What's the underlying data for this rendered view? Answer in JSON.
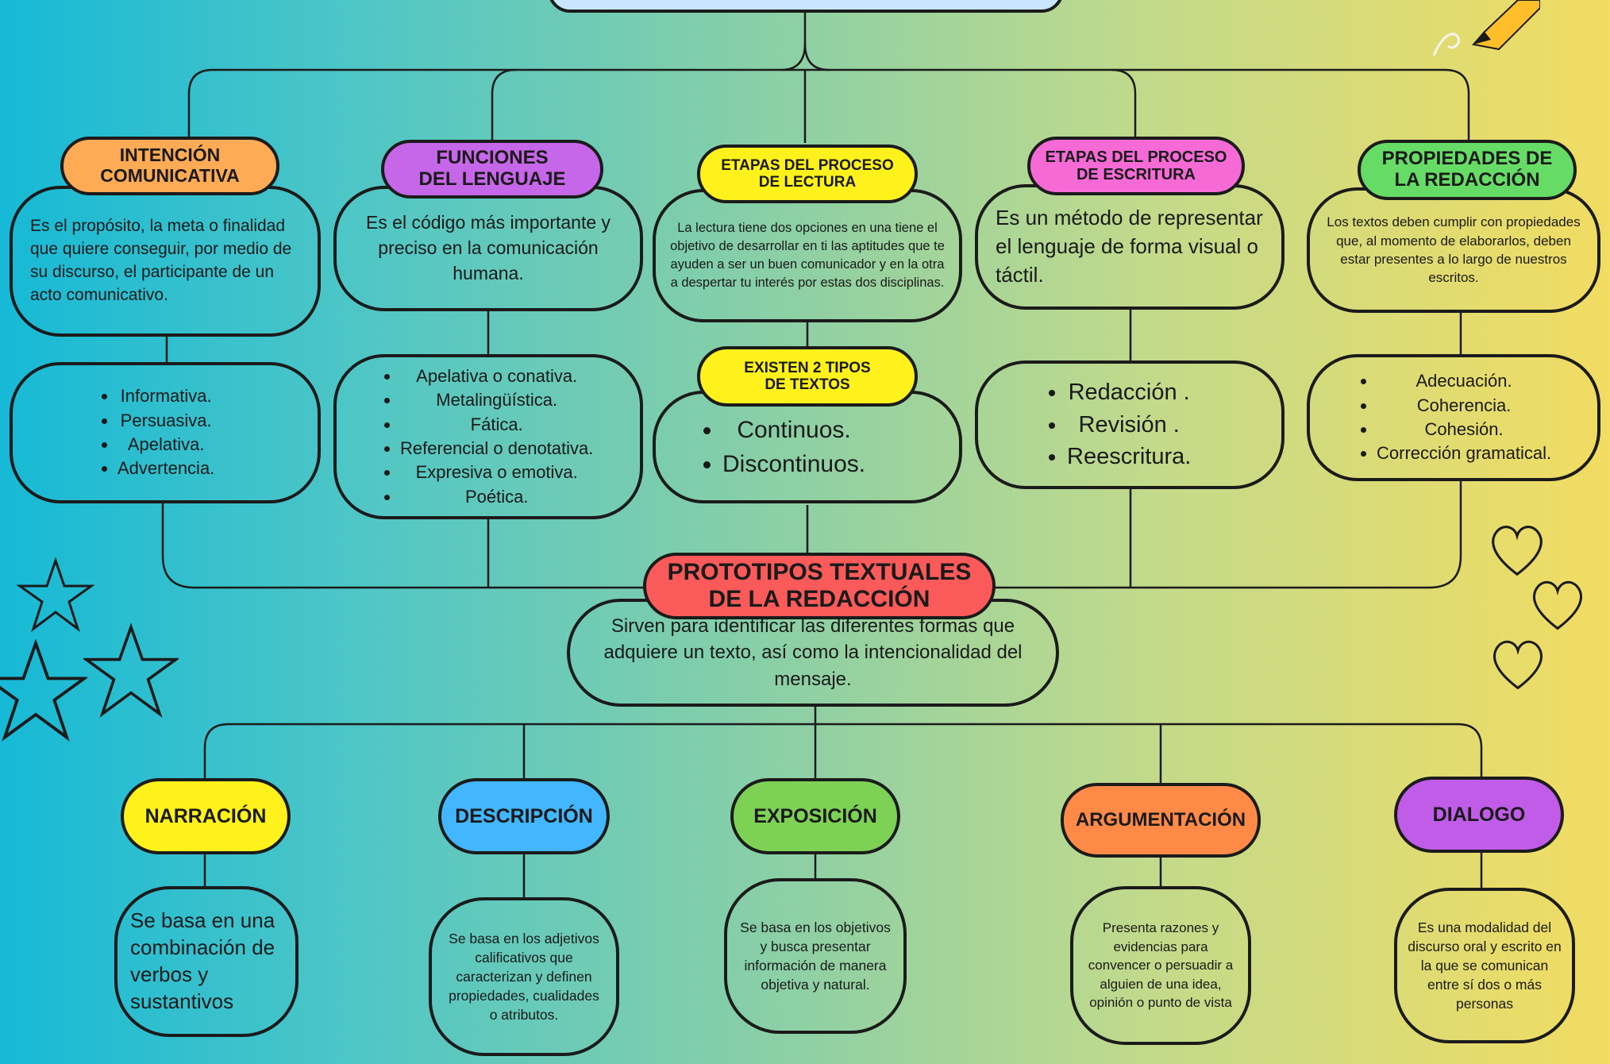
{
  "colors": {
    "stroke": "#1b1b1b",
    "orange": "#ffaa55",
    "purple": "#c666e8",
    "yellow": "#fff21c",
    "pink": "#f66ad6",
    "green": "#66dc66",
    "red": "#fb5a5a",
    "blue": "#42b6ff",
    "light_green": "#7dd255",
    "dark_orange": "#ff8a48",
    "violet": "#c15ce9"
  },
  "top_branches": [
    {
      "title": "INTENCIÓN\nCOMUNICATIVA",
      "description": "Es el propósito, la meta o finalidad que quiere conseguir, por medio de su discurso, el participante de un acto comunicativo.",
      "items": [
        "Informativa.",
        "Persuasiva.",
        "Apelativa.",
        "Advertencia."
      ]
    },
    {
      "title": "FUNCIONES\nDEL LENGUAJE",
      "description": "Es el código más importante y preciso en la comunicación humana.",
      "items": [
        "Apelativa o conativa.",
        "Metalingüística.",
        "Fática.",
        "Referencial o denotativa.",
        "Expresiva o emotiva.",
        "Poética."
      ]
    },
    {
      "title": "ETAPAS DEL PROCESO\nDE LECTURA",
      "description": "La lectura tiene dos opciones en una tiene el objetivo de desarrollar en ti las aptitudes que te ayuden a ser un buen comunicador y en la otra a despertar tu interés por estas dos disciplinas.",
      "sub_title": "EXISTEN 2 TIPOS\nDE TEXTOS",
      "items": [
        "Continuos.",
        "Discontinuos."
      ]
    },
    {
      "title": "ETAPAS DEL PROCESO\nDE ESCRITURA",
      "description": "Es un método de representar el lenguaje de forma visual o táctil.",
      "items": [
        "Redacción .",
        "Revisión .",
        "Reescritura."
      ]
    },
    {
      "title": "PROPIEDADES DE\nLA REDACCIÓN",
      "description": "Los textos deben cumplir con propiedades que, al momento de elaborarlos, deben estar presentes a lo largo de nuestros escritos.",
      "items": [
        "Adecuación.",
        "Coherencia.",
        "Cohesión.",
        "Corrección gramatical."
      ]
    }
  ],
  "central": {
    "title": "PROTOTIPOS TEXTUALES\nDE LA REDACCIÓN",
    "description": "Sirven para identificar las diferentes formas que adquiere un texto, así como la intencionalidad del mensaje."
  },
  "bottom_branches": [
    {
      "title": "NARRACIÓN",
      "description": "Se basa en una combinación de verbos y sustantivos"
    },
    {
      "title": "DESCRIPCIÓN",
      "description": "Se basa en los adjetivos calificativos que caracterizan y definen propiedades, cualidades o atributos."
    },
    {
      "title": "EXPOSICIÓN",
      "description": "Se basa en los objetivos y busca presentar información de manera objetiva y natural."
    },
    {
      "title": "ARGUMENTACIÓN",
      "description": "Presenta razones y evidencias para convencer o persuadir a alguien de una idea, opinión o punto de vista"
    },
    {
      "title": "DIALOGO",
      "description": "Es una modalidad del discurso oral y escrito en la que se comunican entre sí dos o más personas"
    }
  ],
  "decorations": [
    "star-icon",
    "heart-icon",
    "pencil-icon"
  ]
}
